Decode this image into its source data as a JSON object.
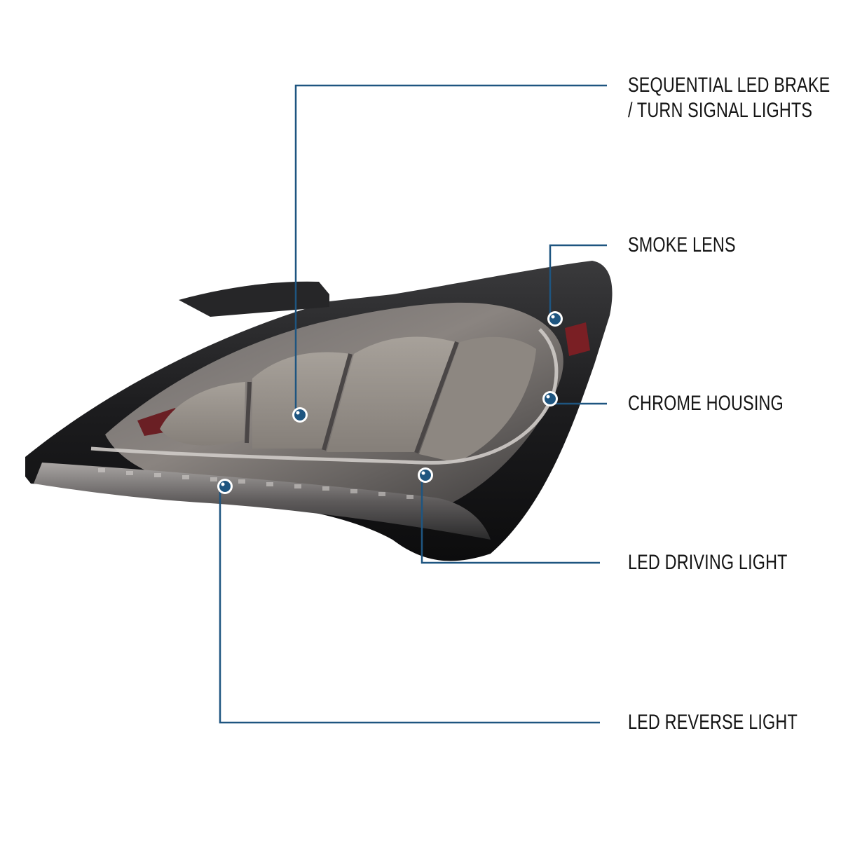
{
  "accent_color": "#1e5580",
  "callouts": [
    {
      "id": "sequential-led",
      "lines": [
        "SEQUENTIAL LED BRAKE",
        "/ TURN SIGNAL LIGHTS"
      ]
    },
    {
      "id": "smoke-lens",
      "lines": [
        "SMOKE LENS"
      ]
    },
    {
      "id": "chrome-housing",
      "lines": [
        "CHROME HOUSING"
      ]
    },
    {
      "id": "led-driving-light",
      "lines": [
        "LED DRIVING LIGHT"
      ]
    },
    {
      "id": "led-reverse-light",
      "lines": [
        "LED REVERSE LIGHT"
      ]
    }
  ]
}
